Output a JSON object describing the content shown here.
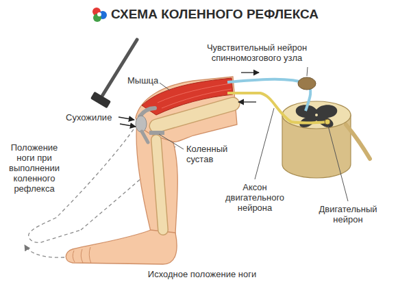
{
  "diagram": {
    "title": "СХЕМА КОЛЕННОГО РЕФЛЕКСА",
    "labels": [
      "Чувствительный нейрон спинномозгового узла",
      "Мышца",
      "Сухожилие",
      "Коленный сустав",
      "Положение ноги при выполнении коленного рефлекса",
      "Аксон двигательного нейрона",
      "Двигательный нейрон",
      "Исходное положение ноги"
    ]
  }
}
